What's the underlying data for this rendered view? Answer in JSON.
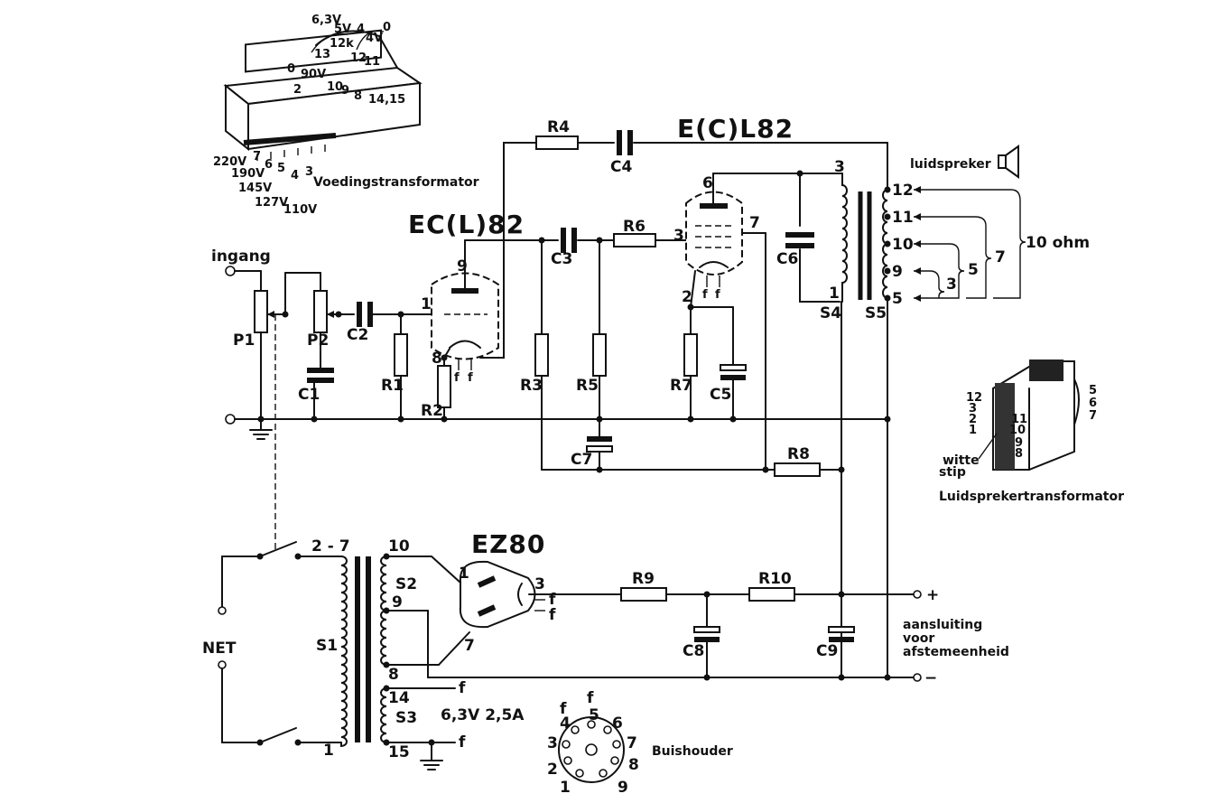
{
  "tubes": {
    "ecl82_triode": "EC(L)82",
    "ecl82_pentode": "E(C)L82",
    "rectifier": "EZ80"
  },
  "components": {
    "p1": "P1",
    "p2": "P2",
    "c1": "C1",
    "c2": "C2",
    "c3": "C3",
    "c4": "C4",
    "c5": "C5",
    "c6": "C6",
    "c7": "C7",
    "c8": "C8",
    "c9": "C9",
    "r1": "R1",
    "r2": "R2",
    "r3": "R3",
    "r4": "R4",
    "r5": "R5",
    "r6": "R6",
    "r7": "R7",
    "r8": "R8",
    "r9": "R9",
    "r10": "R10",
    "s1": "S1",
    "s2": "S2",
    "s3": "S3",
    "s4": "S4",
    "s5": "S5"
  },
  "labels": {
    "ingang": "ingang",
    "luidspreker": "luidspreker",
    "ohm10": "10 ohm",
    "net": "NET",
    "aansluiting_line1": "aansluiting",
    "aansluiting_line2": "voor",
    "aansluiting_line3": "afstemeenheid",
    "heater_spec": "6,3V   2,5A",
    "buishouder": "Buishouder",
    "voedingstransformator": "Voedingstransformator",
    "luidsprekertransformator": "Luidsprekertransformator",
    "witte_line1": "witte",
    "witte_line2": "stip",
    "plus": "+",
    "minus": "−",
    "f": "f"
  },
  "pins": {
    "triode_9": "9",
    "triode_1": "1",
    "triode_8": "8",
    "pentode_6": "6",
    "pentode_7": "7",
    "pentode_3": "3",
    "pentode_2": "2",
    "ez80_1": "1",
    "ez80_3": "3",
    "ez80_7": "7",
    "out_3": "3",
    "out_1": "1",
    "out_12": "12",
    "out_11": "11",
    "out_10": "10",
    "out_9": "9",
    "out_5": "5",
    "tap_3": "3",
    "tap_5": "5",
    "tap_7": "7",
    "pt_27": "2 - 7",
    "pt_1": "1",
    "pt_10": "10",
    "pt_9": "9",
    "pt_8": "8",
    "pt_14": "14",
    "pt_15": "15"
  },
  "power_transformer_taps": [
    "220V",
    "7",
    "190V",
    "6",
    "145V",
    "5",
    "127V",
    "4",
    "110V",
    "3"
  ],
  "power_transformer_top": [
    "6,3V",
    "5V",
    "4",
    "4V",
    "0",
    "12k",
    "13",
    "12",
    "11",
    "0",
    "90V",
    "2",
    "10",
    "9",
    "8",
    "14",
    "15"
  ],
  "speaker_transformer_pins_left": [
    "12",
    "3",
    "2",
    "1"
  ],
  "speaker_transformer_pins_right_inner": [
    "11",
    "10",
    "9",
    "8"
  ],
  "speaker_transformer_pins_right": [
    "5",
    "6",
    "7"
  ],
  "socket_pins": [
    "f",
    "f",
    "4",
    "5",
    "6",
    "3",
    "7",
    "2",
    "8",
    "1",
    "9"
  ]
}
